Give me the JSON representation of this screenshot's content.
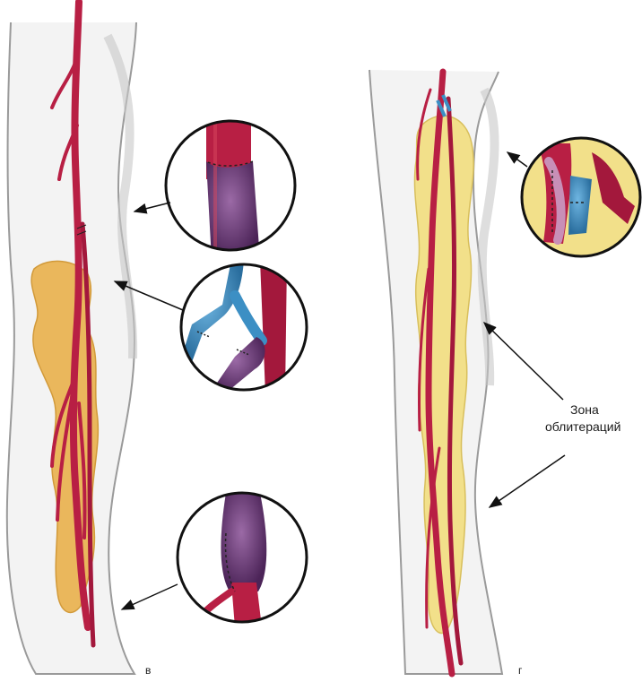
{
  "labels": {
    "zone_line1": "Зона",
    "zone_line2": "облитераций",
    "panel_left": "в",
    "panel_right": "г"
  },
  "colors": {
    "artery": "#b81f44",
    "artery_dark": "#8e1233",
    "vein_blue": "#3c8fc4",
    "vein_purple": "#6b3a7a",
    "obliteration_yellow": "#f1df86",
    "obliteration_orange": "#e9b85c",
    "leg_outline": "#9a9a9a",
    "leg_shade": "#d9d9d9"
  },
  "icons": {
    "left_leg": "leg-left-icon",
    "right_leg": "leg-right-icon",
    "pointer": "arrow-icon"
  }
}
